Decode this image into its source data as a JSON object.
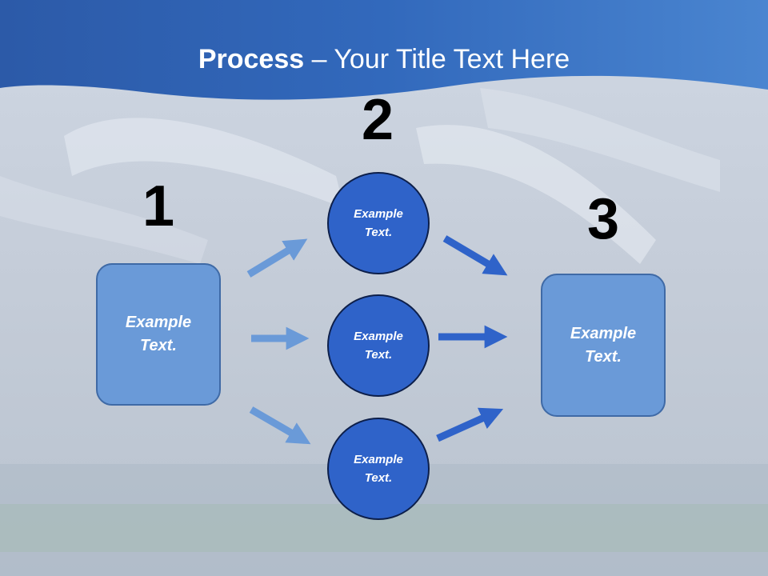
{
  "title": {
    "bold": "Process",
    "rest": " – Your Title Text Here"
  },
  "steps": {
    "one": "1",
    "two": "2",
    "three": "3"
  },
  "left_box": {
    "text": "Example Text."
  },
  "circles": [
    {
      "text": "Example Text."
    },
    {
      "text": "Example Text."
    },
    {
      "text": "Example Text."
    }
  ],
  "right_box": {
    "text": "Example Text."
  },
  "colors": {
    "header": "#3a73c9",
    "box": "#6a9ad8",
    "circle": "#2f63c9",
    "arrow_light": "#6a9ad8",
    "arrow_dark": "#2f63c9"
  }
}
